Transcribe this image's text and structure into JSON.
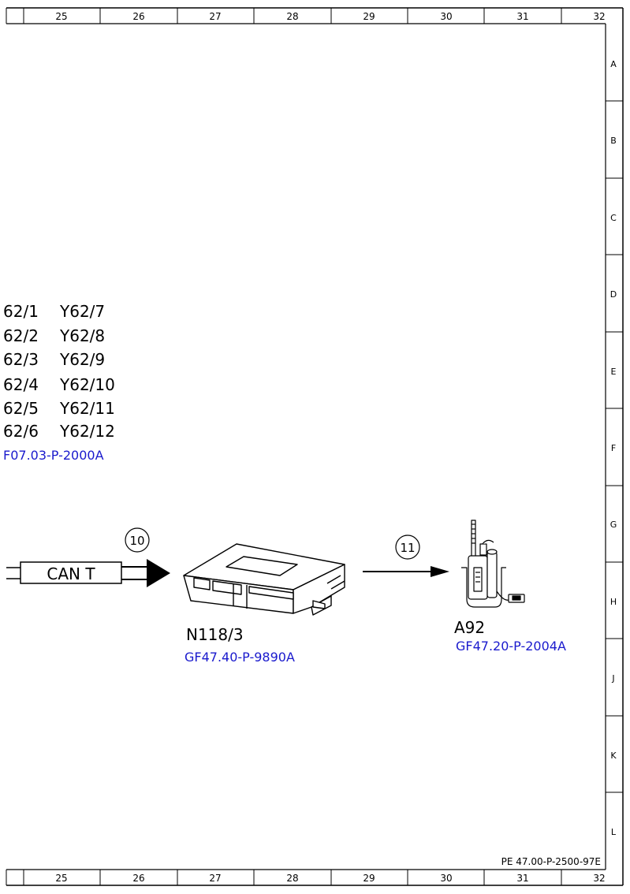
{
  "frame": {
    "columns": [
      "25",
      "26",
      "27",
      "28",
      "29",
      "30",
      "31",
      "32"
    ],
    "rows": [
      "A",
      "B",
      "C",
      "D",
      "E",
      "F",
      "G",
      "H",
      "J",
      "K",
      "L"
    ],
    "doc_number": "PE 47.00-P-2500-97E"
  },
  "valve_list": {
    "left_column": [
      "62/1",
      "62/2",
      "62/3",
      "62/4",
      "62/5",
      "62/6"
    ],
    "right_column": [
      "Y62/7",
      "Y62/8",
      "Y62/9",
      "Y62/10",
      "Y62/11",
      "Y62/12"
    ],
    "reference": "F07.03-P-2000A"
  },
  "can_bus": {
    "label": "CAN T",
    "step": "10"
  },
  "control_unit": {
    "code": "N118/3",
    "reference": "GF47.40-P-9890A"
  },
  "step_arrow": {
    "step": "11"
  },
  "sensor": {
    "code": "A92",
    "reference": "GF47.20-P-2004A"
  },
  "colors": {
    "reference_text": "#1a1acd",
    "line": "#000000"
  }
}
